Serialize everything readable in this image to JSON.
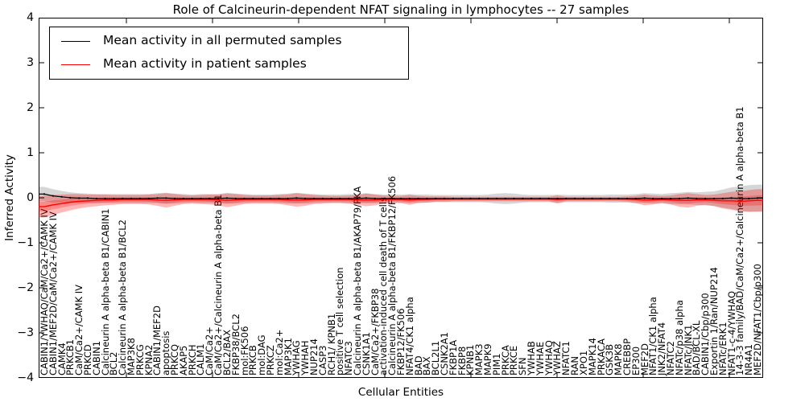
{
  "title": "Role of Calcineurin-dependent NFAT signaling in lymphocytes -- 27 samples",
  "axes": {
    "ylabel": "Inferred Activity",
    "xlabel": "Cellular Entities",
    "yticks": [
      "4",
      "3",
      "2",
      "1",
      "0",
      "−1",
      "−2",
      "−3",
      "−4"
    ]
  },
  "legend": {
    "items": [
      {
        "label": "Mean activity in all permuted samples",
        "color": "#000000"
      },
      {
        "label": "Mean activity in patient samples",
        "color": "#ff0000"
      }
    ]
  },
  "chart_data": {
    "type": "line",
    "title": "Role of Calcineurin-dependent NFAT signaling in lymphocytes -- 27 samples",
    "xlabel": "Cellular Entities",
    "ylabel": "Inferred Activity",
    "ylim": [
      -4,
      4
    ],
    "grid": false,
    "legend_position": "upper left",
    "categories": [
      "CABIN1/YWHAQ/CaM/Ca2+/CAMK IV",
      "CABIN1/MEF2D/CaM/Ca2+/CAMK IV",
      "CAMK4",
      "PRKCB1",
      "CaM/Ca2+/CAMK IV",
      "PRKCD",
      "CABIN1",
      "Calcineurin A alpha-beta B1/CABIN1",
      "BCL2",
      "Calcineurin A alpha-beta B1/BCL2",
      "MAP3K8",
      "PRKCG",
      "KPNA2",
      "CABIN1/MEF2D",
      "apoptosis",
      "PRKCQ",
      "AKAP5",
      "PRKCH",
      "CALM1",
      "CaM/Ca2+",
      "CaM/Ca2+/Calcineurin A alpha-beta B1",
      "BCL2/BAX",
      "FKBP38/BCL2",
      "mol:FK506",
      "PRKCB",
      "mol:DAG",
      "PRKCZ",
      "mol:Ca2+",
      "MAP3K1",
      "YWHAG",
      "YWHAH",
      "NUP214",
      "CASP3",
      "RCH1/ KPNB1",
      "positive T cell selection",
      "NFATC3",
      "Calcineurin A alpha-beta B1/AKAP79/PKA",
      "CSNK1A1",
      "CaM/Ca2+/FKBP38",
      "activation-induced cell death of T cells",
      "Calcineurin A alpha-beta B1/FKBP12/FK506",
      "FKBP12/FK506",
      "NFAT4/CK1 alpha",
      "BAD",
      "BAX",
      "BCL2L1",
      "CSNK2A1",
      "FKBP1A",
      "FKBP8",
      "KPNB1",
      "MAPK3",
      "MAPK9",
      "PIM1",
      "PRKCA",
      "PRKCE",
      "SFN",
      "YWHAB",
      "YWHAE",
      "YWHAQ",
      "YWHAZ",
      "NFATC1",
      "RAN",
      "XPO1",
      "MAPK14",
      "PRKACA",
      "GSK3B",
      "MAPK8",
      "CREBBP",
      "EP300",
      "MEF2D",
      "NFAT1/CK1 alpha",
      "JNK2/NFAT4",
      "NFATC2",
      "NFATc/p38 alpha",
      "NFATc/JNK1",
      "BAD/BCL-XL",
      "CABIN1/Cbp/p300",
      "Exportin 1/Ran/NUP214",
      "NFATc/ERK1",
      "NFAT1-c-4/YWHAQ",
      "14-3-3 family/BAD/CaM/Ca2+/Calcineurin A alpha-beta B1",
      "NR4A1",
      "MEF2D/NFAT1/Cbp/p300"
    ],
    "series": [
      {
        "name": "Mean activity in all permuted samples",
        "color": "#000000",
        "band_color": "rgba(0,0,0,0.16)",
        "values": [
          0.1,
          0.06,
          0.04,
          0.02,
          0.01,
          0.01,
          0,
          0,
          0,
          0,
          0,
          0,
          0,
          0.01,
          0.01,
          0,
          0,
          0,
          0,
          0,
          0,
          0.01,
          0,
          0,
          0,
          0,
          0,
          0,
          0,
          0.01,
          0,
          0,
          0,
          0,
          0,
          0,
          0,
          0.01,
          0,
          0,
          0,
          0,
          0,
          0,
          0,
          0,
          0,
          0,
          0,
          0,
          0,
          0,
          0,
          0,
          0,
          0,
          0,
          0,
          0,
          0,
          0,
          0,
          0,
          0,
          0,
          0,
          0,
          0,
          0,
          0.01,
          0,
          0,
          0,
          0,
          0.01,
          0,
          0,
          0,
          0,
          0.01,
          0,
          0,
          0.01
        ],
        "band_halfwidth": [
          0.16,
          0.15,
          0.13,
          0.12,
          0.11,
          0.1,
          0.1,
          0.1,
          0.1,
          0.1,
          0.1,
          0.1,
          0.1,
          0.11,
          0.12,
          0.11,
          0.1,
          0.09,
          0.1,
          0.1,
          0.1,
          0.12,
          0.11,
          0.1,
          0.09,
          0.09,
          0.09,
          0.1,
          0.11,
          0.12,
          0.11,
          0.1,
          0.09,
          0.09,
          0.09,
          0.1,
          0.1,
          0.11,
          0.1,
          0.09,
          0.09,
          0.09,
          0.1,
          0.09,
          0.09,
          0.08,
          0.08,
          0.08,
          0.08,
          0.08,
          0.08,
          0.09,
          0.11,
          0.12,
          0.11,
          0.09,
          0.08,
          0.08,
          0.08,
          0.09,
          0.08,
          0.08,
          0.08,
          0.08,
          0.08,
          0.09,
          0.09,
          0.09,
          0.1,
          0.11,
          0.11,
          0.1,
          0.12,
          0.13,
          0.14,
          0.14,
          0.15,
          0.16,
          0.2,
          0.24,
          0.27,
          0.3,
          0.3
        ]
      },
      {
        "name": "Mean activity in patient samples",
        "color": "#ff0000",
        "band_color": "rgba(255,0,0,0.28)",
        "values": [
          -0.18,
          -0.14,
          -0.11,
          -0.08,
          -0.06,
          -0.05,
          -0.04,
          -0.03,
          -0.03,
          -0.02,
          -0.02,
          -0.02,
          -0.02,
          -0.03,
          -0.04,
          -0.03,
          -0.02,
          -0.02,
          -0.02,
          -0.02,
          -0.03,
          -0.04,
          -0.03,
          -0.02,
          -0.02,
          -0.02,
          -0.02,
          -0.02,
          -0.03,
          -0.03,
          -0.03,
          -0.02,
          -0.02,
          -0.02,
          -0.02,
          -0.02,
          -0.03,
          -0.03,
          -0.03,
          -0.02,
          -0.02,
          -0.02,
          -0.03,
          -0.02,
          -0.02,
          -0.01,
          -0.01,
          -0.01,
          -0.01,
          -0.01,
          -0.01,
          -0.01,
          -0.01,
          -0.01,
          -0.01,
          -0.01,
          -0.01,
          -0.01,
          -0.01,
          -0.02,
          -0.01,
          -0.01,
          -0.01,
          -0.01,
          -0.01,
          -0.01,
          -0.01,
          -0.01,
          -0.02,
          -0.03,
          -0.03,
          -0.02,
          -0.03,
          -0.04,
          -0.04,
          -0.03,
          -0.03,
          -0.04,
          -0.05,
          -0.05,
          -0.06,
          -0.05,
          -0.04
        ],
        "band_halfwidth": [
          0.24,
          0.22,
          0.2,
          0.18,
          0.16,
          0.14,
          0.13,
          0.12,
          0.11,
          0.1,
          0.1,
          0.1,
          0.11,
          0.13,
          0.16,
          0.13,
          0.1,
          0.09,
          0.1,
          0.11,
          0.12,
          0.15,
          0.13,
          0.1,
          0.09,
          0.09,
          0.09,
          0.1,
          0.12,
          0.15,
          0.13,
          0.1,
          0.09,
          0.08,
          0.08,
          0.09,
          0.11,
          0.14,
          0.12,
          0.09,
          0.08,
          0.08,
          0.11,
          0.08,
          0.07,
          0.06,
          0.06,
          0.05,
          0.05,
          0.05,
          0.05,
          0.05,
          0.05,
          0.05,
          0.05,
          0.05,
          0.05,
          0.05,
          0.05,
          0.09,
          0.05,
          0.05,
          0.05,
          0.05,
          0.05,
          0.05,
          0.05,
          0.06,
          0.08,
          0.12,
          0.1,
          0.08,
          0.1,
          0.14,
          0.16,
          0.13,
          0.11,
          0.13,
          0.17,
          0.2,
          0.22,
          0.24,
          0.25
        ]
      }
    ]
  }
}
